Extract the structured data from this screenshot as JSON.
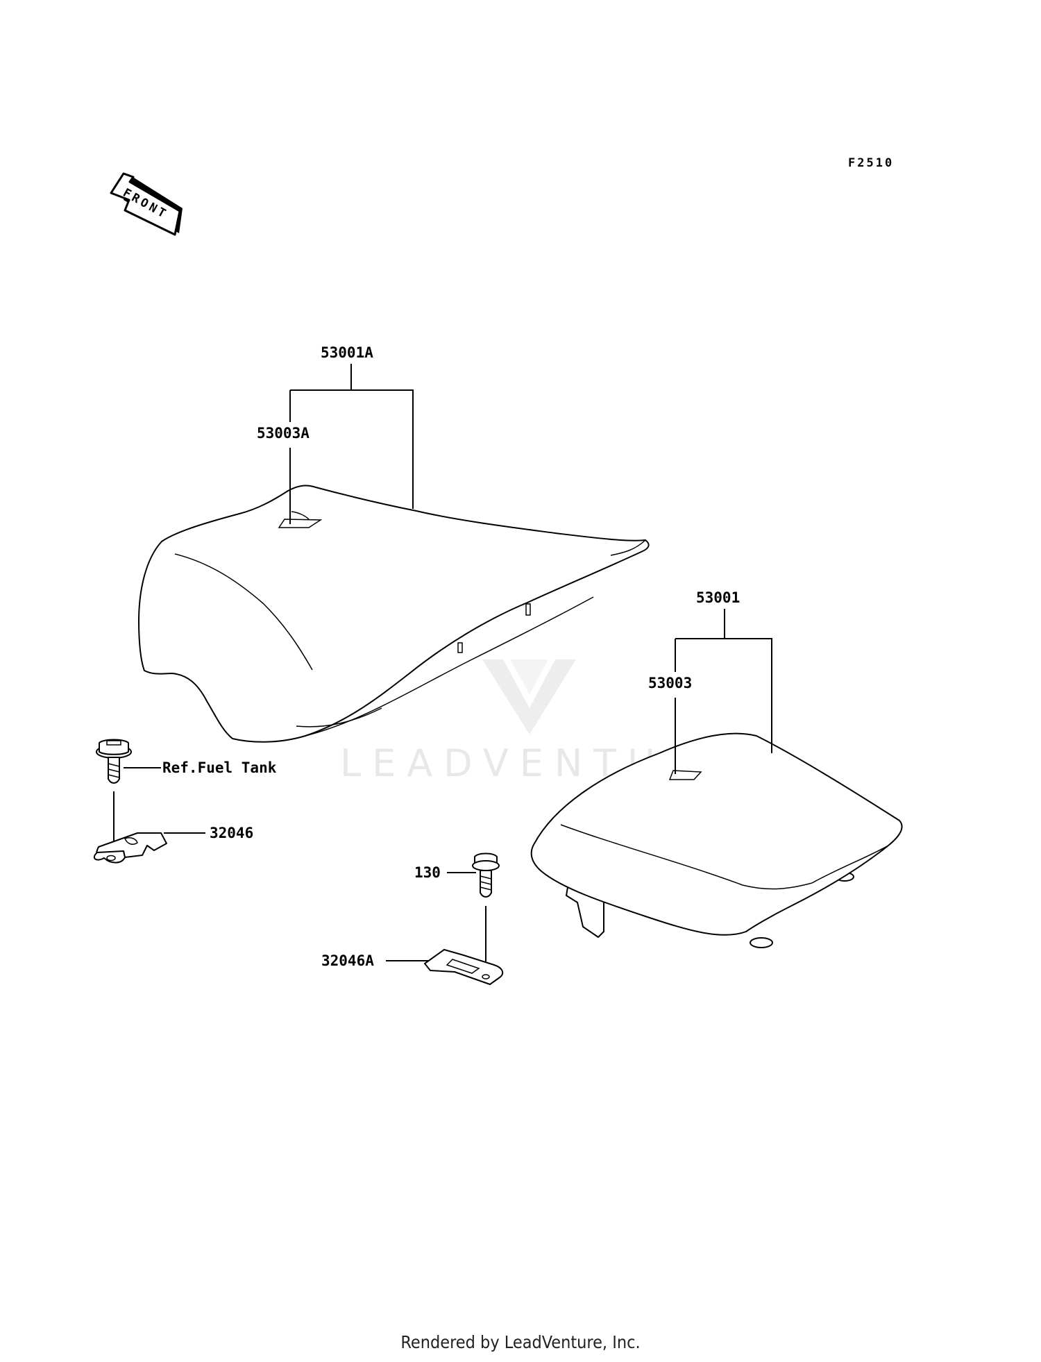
{
  "figure_code": "F2510",
  "front_arrow_text": "FRONT",
  "watermark_text": "LEADVENTURE",
  "footer_text": "Rendered by LeadVenture, Inc.",
  "callouts": {
    "front_seat_assy": "53001A",
    "front_seat_cover": "53003A",
    "rear_seat_assy": "53001",
    "rear_seat_cover": "53003",
    "ref_note": "Ref.Fuel Tank",
    "bracket_front": "32046",
    "bolt": "130",
    "bracket_rear": "32046A"
  },
  "icons": {
    "front_arrow": "front-direction-arrow-icon",
    "watermark_logo": "leadventure-logo-icon"
  }
}
